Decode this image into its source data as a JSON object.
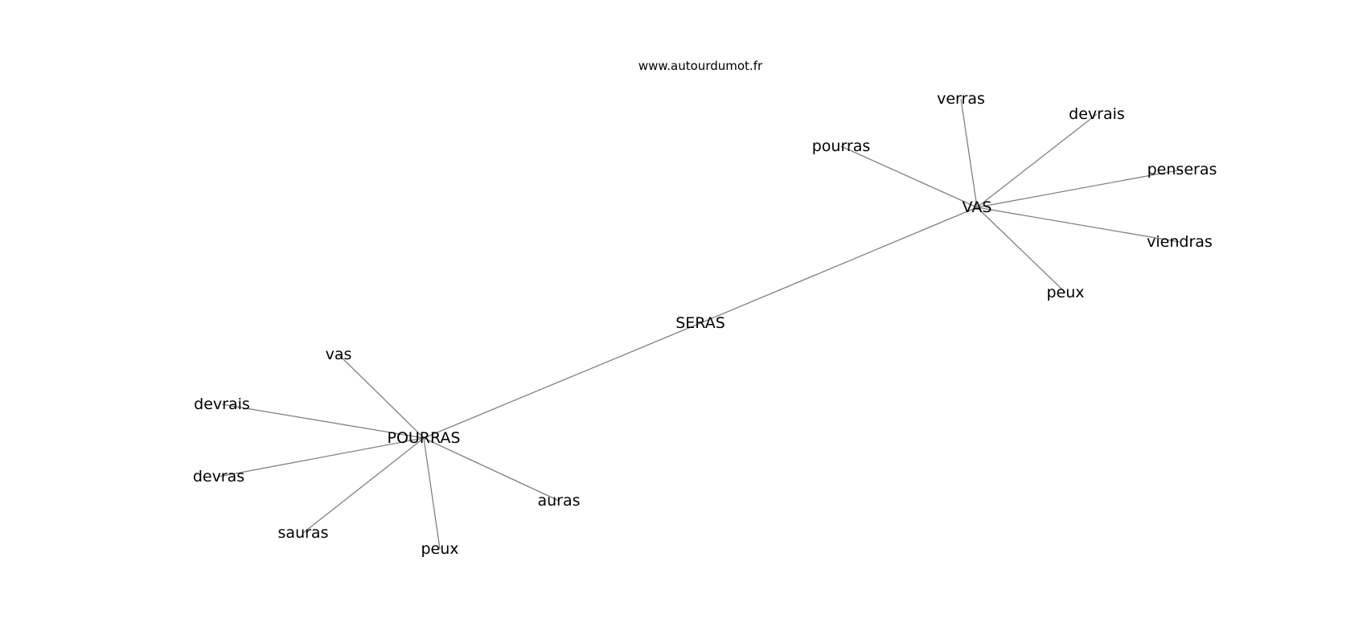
{
  "watermark": "www.autourdumot.fr",
  "edge_color": "#808080",
  "text_color": "#000000",
  "graph": {
    "nodes": [
      {
        "id": "seras",
        "label": "SERAS"
      },
      {
        "id": "vas-hub",
        "label": "VAS"
      },
      {
        "id": "pourras-hub",
        "label": "POURRAS"
      },
      {
        "id": "verras",
        "label": "verras"
      },
      {
        "id": "devrais-top",
        "label": "devrais"
      },
      {
        "id": "pourras-top",
        "label": "pourras"
      },
      {
        "id": "penseras",
        "label": "penseras"
      },
      {
        "id": "viendras",
        "label": "viendras"
      },
      {
        "id": "peux-top",
        "label": "peux"
      },
      {
        "id": "vas-bottom",
        "label": "vas"
      },
      {
        "id": "devrais-bottom",
        "label": "devrais"
      },
      {
        "id": "devras",
        "label": "devras"
      },
      {
        "id": "sauras",
        "label": "sauras"
      },
      {
        "id": "peux-bottom",
        "label": "peux"
      },
      {
        "id": "auras",
        "label": "auras"
      }
    ],
    "edges": [
      [
        "seras",
        "vas-hub"
      ],
      [
        "seras",
        "pourras-hub"
      ],
      [
        "vas-hub",
        "verras"
      ],
      [
        "vas-hub",
        "devrais-top"
      ],
      [
        "vas-hub",
        "pourras-top"
      ],
      [
        "vas-hub",
        "penseras"
      ],
      [
        "vas-hub",
        "viendras"
      ],
      [
        "vas-hub",
        "peux-top"
      ],
      [
        "pourras-hub",
        "vas-bottom"
      ],
      [
        "pourras-hub",
        "devrais-bottom"
      ],
      [
        "pourras-hub",
        "devras"
      ],
      [
        "pourras-hub",
        "sauras"
      ],
      [
        "pourras-hub",
        "peux-bottom"
      ],
      [
        "pourras-hub",
        "auras"
      ]
    ]
  }
}
